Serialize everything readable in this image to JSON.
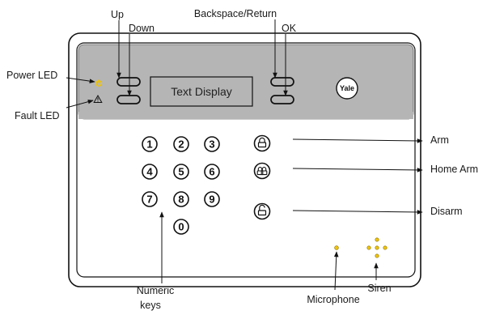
{
  "labels": {
    "up": "Up",
    "down": "Down",
    "backspace": "Backspace/Return",
    "ok": "OK",
    "power_led": "Power LED",
    "fault_led": "Fault LED",
    "arm": "Arm",
    "home_arm": "Home Arm",
    "disarm": "Disarm",
    "numeric_line1": "Numeric",
    "numeric_line2": "keys",
    "microphone": "Microphone",
    "siren": "Siren"
  },
  "display": {
    "text": "Text Display"
  },
  "logo": {
    "text": "Yale"
  },
  "keys": [
    "1",
    "2",
    "3",
    "4",
    "5",
    "6",
    "7",
    "8",
    "9",
    "0"
  ],
  "colors": {
    "top_panel": "#b5b5b5",
    "led_yellow": "#f2c500",
    "outline": "#111111"
  },
  "icons": {
    "power": "power-icon",
    "fault": "warning-icon",
    "arm": "padlock-closed-icon",
    "home_arm": "double-padlock-icon",
    "disarm": "padlock-open-icon"
  }
}
